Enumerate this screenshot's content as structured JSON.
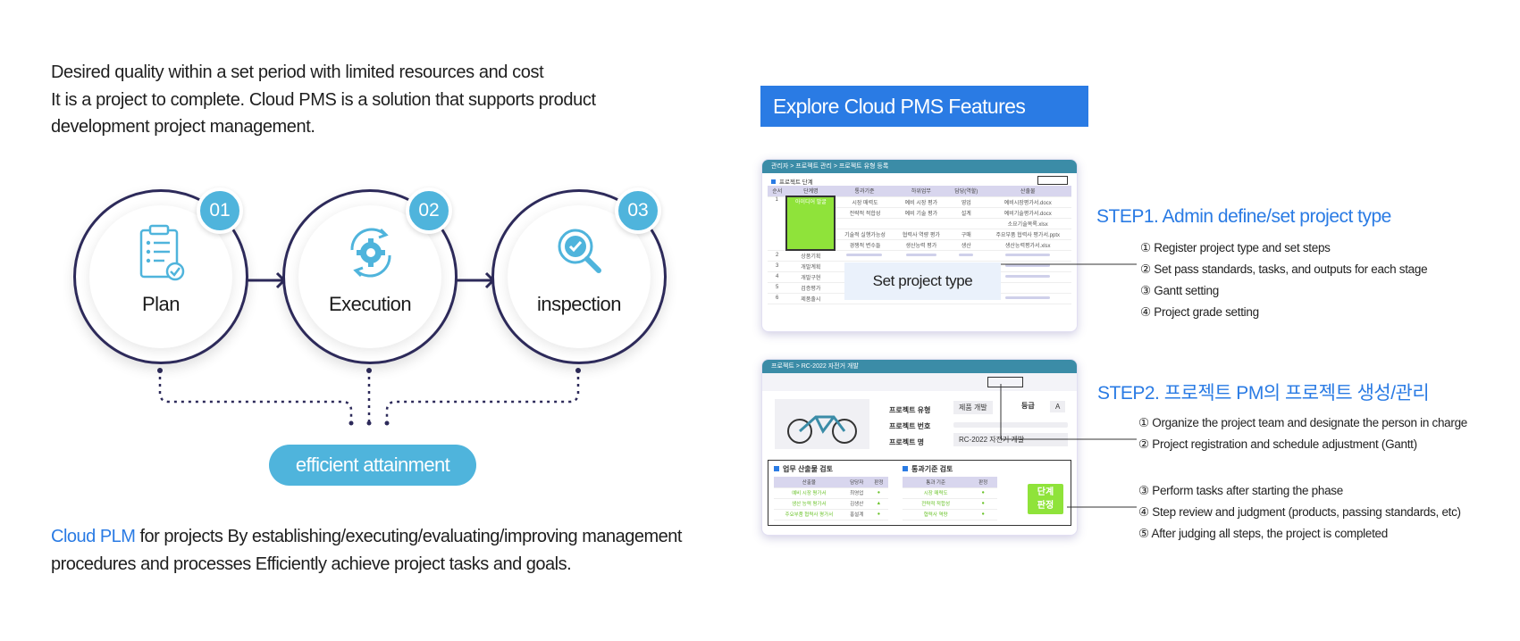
{
  "intro": {
    "line1": "Desired quality within a set period with limited resources and cost",
    "line2": "It is a project to complete. Cloud PMS is a solution that supports product",
    "line3": "development project management."
  },
  "steps": [
    {
      "number": "01",
      "label": "Plan",
      "icon": "clipboard-icon"
    },
    {
      "number": "02",
      "label": "Execution",
      "icon": "gear-cycle-icon"
    },
    {
      "number": "03",
      "label": "inspection",
      "icon": "magnifier-check-icon"
    }
  ],
  "result_pill": "efficient attainment",
  "bottom": {
    "highlight": "Cloud PLM",
    "text1": " for projects By establishing/executing/evaluating/improving management",
    "text2": "procedures and processes Efficiently achieve project tasks and goals."
  },
  "features_title": "Explore Cloud PMS Features",
  "step1": {
    "title": "STEP1. Admin define/set project type",
    "items": [
      "① Register project type and set steps",
      "② Set pass standards, tasks, and outputs for each stage",
      "③ Gantt setting",
      "④ Project grade setting"
    ],
    "screenshot": {
      "breadcrumb": "관리자 > 프로젝트 관리 > 프로젝트 유형 등록",
      "section": "프로젝트 단계",
      "headers": [
        "순서",
        "단계명",
        "통과기준",
        "하위업무",
        "담당(역할)",
        "산출물"
      ],
      "row1_no": "1",
      "row1_stage": "아이디어 발굴",
      "row1_details": [
        [
          "시장 매력도",
          "예비 시장 평가",
          "영업",
          "예비시장평가서.docx"
        ],
        [
          "전략적 적합성",
          "예비 기술 평가",
          "설계",
          "예비기술평가서.docx"
        ],
        [
          "",
          "",
          "",
          "소요기술목록.xlsx"
        ],
        [
          "기술적 실행가능성",
          "협력사 역량 평가",
          "구매",
          "주요부품 협력사 평가서.pptx"
        ],
        [
          "경쟁적 변수들",
          "생산능력 평가",
          "생산",
          "생산능력평가서.xlsx"
        ]
      ],
      "rows": [
        {
          "no": "2",
          "stage": "상품기획"
        },
        {
          "no": "3",
          "stage": "개발계획"
        },
        {
          "no": "4",
          "stage": "개발구현"
        },
        {
          "no": "5",
          "stage": "검증평가"
        },
        {
          "no": "6",
          "stage": "제품출시"
        }
      ],
      "callout": "Set project type"
    }
  },
  "step2": {
    "title": "STEP2. 프로젝트 PM의 프로젝트 생성/관리",
    "items_a": [
      "① Organize the project team and designate the person in charge",
      "② Project registration and schedule adjustment (Gantt)"
    ],
    "items_b": [
      "③ Perform tasks after starting the phase",
      "④ Step review and judgment (products, passing standards, etc)",
      "⑤ After judging all steps, the project is completed"
    ],
    "screenshot": {
      "breadcrumb": "프로젝트 > RC-2022 자전거 개발",
      "type_label": "프로젝트 유형",
      "type_value": "제품 개발",
      "grade_label": "등급",
      "grade_value": "A",
      "number_label": "프로젝트 번호",
      "name_label": "프로젝트 명",
      "name_value": "RC-2022 자전거 개발",
      "left_section": "업무 산출물 검토",
      "left_headers": [
        "산출물",
        "담당자",
        "판정"
      ],
      "left_rows": [
        [
          "예비 시장 평가서",
          "최영업",
          "●"
        ],
        [
          "생산 능력 평가서",
          "김생산",
          "▲"
        ],
        [
          "주요부품 협력사 평가서",
          "홍설계",
          "●"
        ]
      ],
      "right_section": "통과기준 검토",
      "right_headers": [
        "통과 기준",
        "판정"
      ],
      "right_rows": [
        [
          "시장 매력도",
          "●"
        ],
        [
          "전략적 적합성",
          "●"
        ],
        [
          "협력사 역량",
          "●"
        ]
      ],
      "judge_button": "단계\n판정"
    }
  },
  "colors": {
    "accent": "#2a7be4",
    "teal": "#4fb4dc",
    "navy": "#2d2a5a",
    "green": "#8fe33a"
  }
}
